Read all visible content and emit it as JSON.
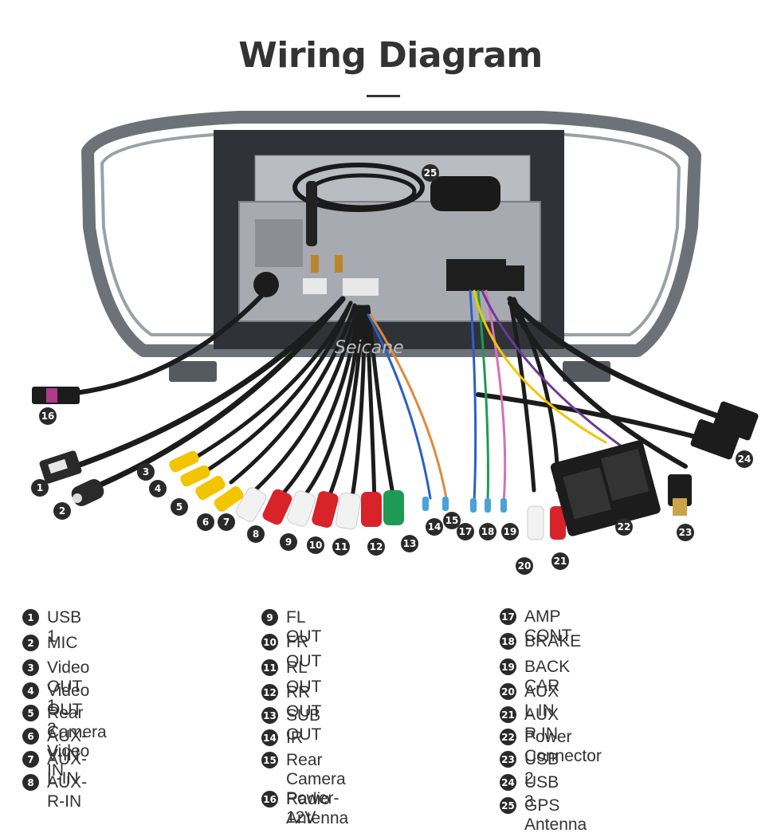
{
  "header": {
    "title": "Wiring Diagram"
  },
  "watermark": "Seicane",
  "legend": [
    {
      "num": "1",
      "label": "USB 1"
    },
    {
      "num": "2",
      "label": "MIC"
    },
    {
      "num": "3",
      "label": "Video OUT 1"
    },
    {
      "num": "4",
      "label": "Video OUT 2"
    },
    {
      "num": "5",
      "label": "Rear Camera Video IN"
    },
    {
      "num": "6",
      "label": "AUX-V-IN"
    },
    {
      "num": "7",
      "label": "AUX-L-IN"
    },
    {
      "num": "8",
      "label": "AUX-R-IN"
    },
    {
      "num": "9",
      "label": "FL OUT"
    },
    {
      "num": "10",
      "label": "FR OUT"
    },
    {
      "num": "11",
      "label": "RL OUT"
    },
    {
      "num": "12",
      "label": "RR OUT"
    },
    {
      "num": "13",
      "label": "SUB OUT"
    },
    {
      "num": "14",
      "label": "IR"
    },
    {
      "num": "15",
      "label": "Rear Camera\nPower-12V"
    },
    {
      "num": "16",
      "label": "Radio Antenna"
    },
    {
      "num": "17",
      "label": "AMP CONT"
    },
    {
      "num": "18",
      "label": "BRAKE"
    },
    {
      "num": "19",
      "label": "BACK CAR"
    },
    {
      "num": "20",
      "label": "AUX L IN"
    },
    {
      "num": "21",
      "label": "AUX R IN"
    },
    {
      "num": "22",
      "label": "Power Connector"
    },
    {
      "num": "23",
      "label": "USB 2"
    },
    {
      "num": "24",
      "label": "USB 3"
    },
    {
      "num": "25",
      "label": "GPS Antenna"
    }
  ],
  "colors": {
    "badge": "#2a2a2a",
    "rca_yellow": "#f2c500",
    "rca_red": "#d8232a",
    "rca_white": "#f2f2f2",
    "rca_green": "#1f9a55",
    "cable": "#1c1c1c",
    "frame": "#7a7f86"
  }
}
